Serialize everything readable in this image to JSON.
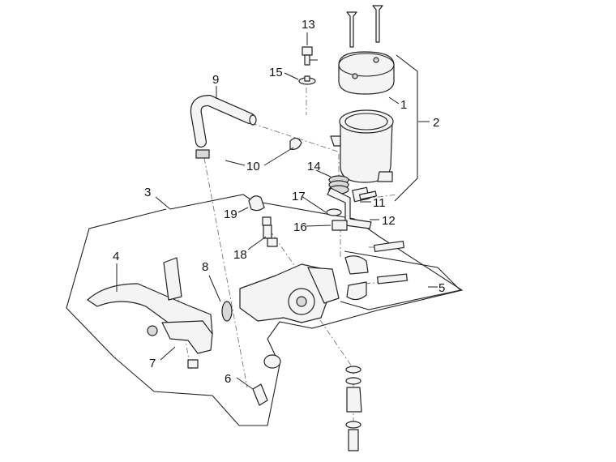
{
  "diagram": {
    "callouts": [
      "1",
      "2",
      "3",
      "4",
      "5",
      "6",
      "7",
      "8",
      "9",
      "10",
      "11",
      "12",
      "13",
      "14",
      "15",
      "16",
      "17",
      "18",
      "19"
    ]
  }
}
